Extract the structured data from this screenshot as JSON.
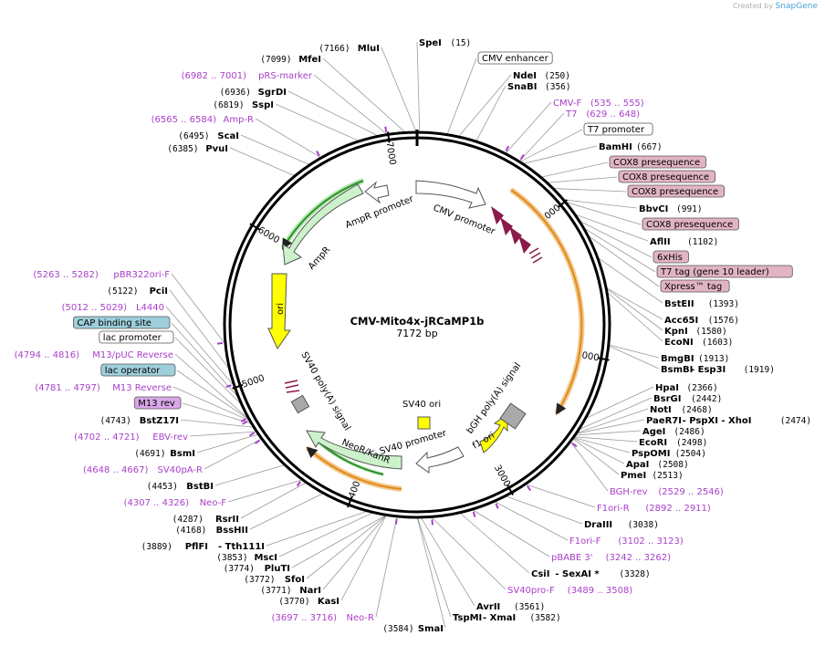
{
  "credit": {
    "prefix": "Created by",
    "brand": "SnapGene"
  },
  "plasmid": {
    "name": "CMV-Mito4x-jRCaMP1b",
    "size": "7172 bp"
  },
  "ticks": [
    "1000",
    "2000",
    "3000",
    "4000",
    "5000",
    "6000",
    "7000"
  ],
  "features": [
    {
      "name": "CMV promoter",
      "color": "#ffffff"
    },
    {
      "name": "AmpR promoter",
      "color": "#ffffff"
    },
    {
      "name": "AmpR",
      "color": "#ccf2cc"
    },
    {
      "name": "ori",
      "color": "#ffff00"
    },
    {
      "name": "SV40 poly(A) signal",
      "color": "#a9a9a9"
    },
    {
      "name": "NeoR/KanR",
      "color": "#ccf2cc"
    },
    {
      "name": "SV40 promoter",
      "color": "#ffffff"
    },
    {
      "name": "SV40 ori",
      "color": "#ffff00"
    },
    {
      "name": "f1 ori",
      "color": "#ffff00"
    },
    {
      "name": "bGH poly(A) signal",
      "color": "#a9a9a9"
    }
  ],
  "labels": [
    {
      "kind": "enz",
      "name": "SpeI",
      "pos": "(15)"
    },
    {
      "kind": "box",
      "name": "CMV enhancer",
      "bg": "#ffffff"
    },
    {
      "kind": "enz",
      "name": "NdeI",
      "pos": "(250)"
    },
    {
      "kind": "enz",
      "name": "SnaBI",
      "pos": "(356)"
    },
    {
      "kind": "pr",
      "name": "CMV-F",
      "pos": "(535 .. 555)"
    },
    {
      "kind": "pr",
      "name": "T7",
      "pos": "(629 .. 648)"
    },
    {
      "kind": "box",
      "name": "T7 promoter",
      "bg": "#ffffff"
    },
    {
      "kind": "enz",
      "name": "BamHI",
      "pos": "(667)"
    },
    {
      "kind": "box",
      "name": "COX8 presequence",
      "bg": "#e2b4c2"
    },
    {
      "kind": "box",
      "name": "COX8 presequence",
      "bg": "#e2b4c2"
    },
    {
      "kind": "box",
      "name": "COX8 presequence",
      "bg": "#e2b4c2"
    },
    {
      "kind": "enz",
      "name": "BbvCI",
      "pos": "(991)"
    },
    {
      "kind": "box",
      "name": "COX8 presequence",
      "bg": "#e2b4c2"
    },
    {
      "kind": "enz",
      "name": "AflII",
      "pos": "(1102)"
    },
    {
      "kind": "box",
      "name": "6xHis",
      "bg": "#e2b4c2"
    },
    {
      "kind": "box",
      "name": "T7 tag (gene 10 leader)",
      "bg": "#e2b4c2"
    },
    {
      "kind": "box",
      "name": "Xpress™ tag",
      "bg": "#e2b4c2"
    },
    {
      "kind": "enz",
      "name": "BstEII",
      "pos": "(1393)"
    },
    {
      "kind": "enz",
      "name": "Acc65I",
      "pos": "(1576)"
    },
    {
      "kind": "enz",
      "name": "KpnI",
      "pos": "(1580)"
    },
    {
      "kind": "enz",
      "name": "EcoNI",
      "pos": "(1603)"
    },
    {
      "kind": "enz",
      "name": "BmgBI",
      "pos": "(1913)"
    },
    {
      "kind": "enz",
      "name": "BsmBI",
      "extra": " - Esp3I",
      "pos": "(1919)"
    },
    {
      "kind": "enz",
      "name": "HpaI",
      "pos": "(2366)"
    },
    {
      "kind": "enz",
      "name": "BsrGI",
      "pos": "(2442)"
    },
    {
      "kind": "enz",
      "name": "NotI",
      "pos": "(2468)"
    },
    {
      "kind": "enz",
      "name": "PaeR7I",
      "extra": " - PspXI  - XhoI",
      "pos": "(2474)"
    },
    {
      "kind": "enz",
      "name": "AgeI",
      "pos": "(2486)"
    },
    {
      "kind": "enz",
      "name": "EcoRI",
      "pos": "(2498)"
    },
    {
      "kind": "enz",
      "name": "PspOMI",
      "pos": "(2504)"
    },
    {
      "kind": "enz",
      "name": "ApaI",
      "pos": "(2508)"
    },
    {
      "kind": "enz",
      "name": "PmeI",
      "pos": "(2513)"
    },
    {
      "kind": "pr",
      "name": "BGH-rev",
      "pos": "(2529 .. 2546)"
    },
    {
      "kind": "pr",
      "name": "F1ori-R",
      "pos": "(2892 .. 2911)"
    },
    {
      "kind": "enz",
      "name": "DraIII",
      "pos": "(3038)"
    },
    {
      "kind": "pr",
      "name": "F1ori-F",
      "pos": "(3102 .. 3123)"
    },
    {
      "kind": "pr",
      "name": "pBABE 3'",
      "pos": "(3242 .. 3262)"
    },
    {
      "kind": "enz",
      "name": "CsiI",
      "extra": " - SexAI *",
      "pos": "(3328)"
    },
    {
      "kind": "pr",
      "name": "SV40pro-F",
      "pos": "(3489 .. 3508)"
    },
    {
      "kind": "enz",
      "name": "AvrII",
      "pos": "(3561)"
    },
    {
      "kind": "enz",
      "name": "TspMI",
      "extra": " - XmaI",
      "pos": "(3582)"
    },
    {
      "kind": "enz",
      "name": "SmaI",
      "pos": "(3584)"
    },
    {
      "kind": "pr",
      "name": "Neo-R",
      "pos": "(3697 .. 3716)"
    },
    {
      "kind": "enz",
      "name": "KasI",
      "pos": "(3770)"
    },
    {
      "kind": "enz",
      "name": "NarI",
      "pos": "(3771)"
    },
    {
      "kind": "enz",
      "name": "SfoI",
      "pos": "(3772)"
    },
    {
      "kind": "enz",
      "name": "PluTI",
      "pos": "(3774)"
    },
    {
      "kind": "enz",
      "name": "MscI",
      "pos": "(3853)"
    },
    {
      "kind": "enz",
      "name": "PflFI",
      "extra": " - Tth111I",
      "pos": "(3889)"
    },
    {
      "kind": "enz",
      "name": "BssHII",
      "pos": "(4168)"
    },
    {
      "kind": "enz",
      "name": "RsrII",
      "pos": "(4287)"
    },
    {
      "kind": "pr",
      "name": "Neo-F",
      "pos": "(4307 .. 4326)"
    },
    {
      "kind": "enz",
      "name": "BstBI",
      "pos": "(4453)"
    },
    {
      "kind": "pr",
      "name": "SV40pA-R",
      "pos": "(4648 .. 4667)"
    },
    {
      "kind": "enz",
      "name": "BsmI",
      "pos": "(4691)"
    },
    {
      "kind": "pr",
      "name": "EBV-rev",
      "pos": "(4702 .. 4721)"
    },
    {
      "kind": "enz",
      "name": "BstZ17I",
      "pos": "(4743)"
    },
    {
      "kind": "box",
      "name": "M13 rev",
      "bg": "#d9a8e8"
    },
    {
      "kind": "pr",
      "name": "M13 Reverse",
      "pos": "(4781 .. 4797)"
    },
    {
      "kind": "box",
      "name": "lac operator",
      "bg": "#9ecfdb"
    },
    {
      "kind": "pr",
      "name": "M13/pUC Reverse",
      "pos": "(4794 .. 4816)"
    },
    {
      "kind": "box",
      "name": "lac promoter",
      "bg": "#ffffff"
    },
    {
      "kind": "box",
      "name": "CAP binding site",
      "bg": "#9ecfdb"
    },
    {
      "kind": "pr",
      "name": "L4440",
      "pos": "(5012 .. 5029)"
    },
    {
      "kind": "enz",
      "name": "PciI",
      "pos": "(5122)"
    },
    {
      "kind": "pr",
      "name": "pBR322ori-F",
      "pos": "(5263 .. 5282)"
    },
    {
      "kind": "enz",
      "name": "PvuI",
      "pos": "(6385)"
    },
    {
      "kind": "enz",
      "name": "ScaI",
      "pos": "(6495)"
    },
    {
      "kind": "pr",
      "name": "Amp-R",
      "pos": "(6565 .. 6584)"
    },
    {
      "kind": "enz",
      "name": "SspI",
      "pos": "(6819)"
    },
    {
      "kind": "enz",
      "name": "SgrDI",
      "pos": "(6936)"
    },
    {
      "kind": "pr",
      "name": "pRS-marker",
      "pos": "(6982 .. 7001)"
    },
    {
      "kind": "enz",
      "name": "MfeI",
      "pos": "(7099)"
    },
    {
      "kind": "enz",
      "name": "MluI",
      "pos": "(7166)"
    }
  ]
}
